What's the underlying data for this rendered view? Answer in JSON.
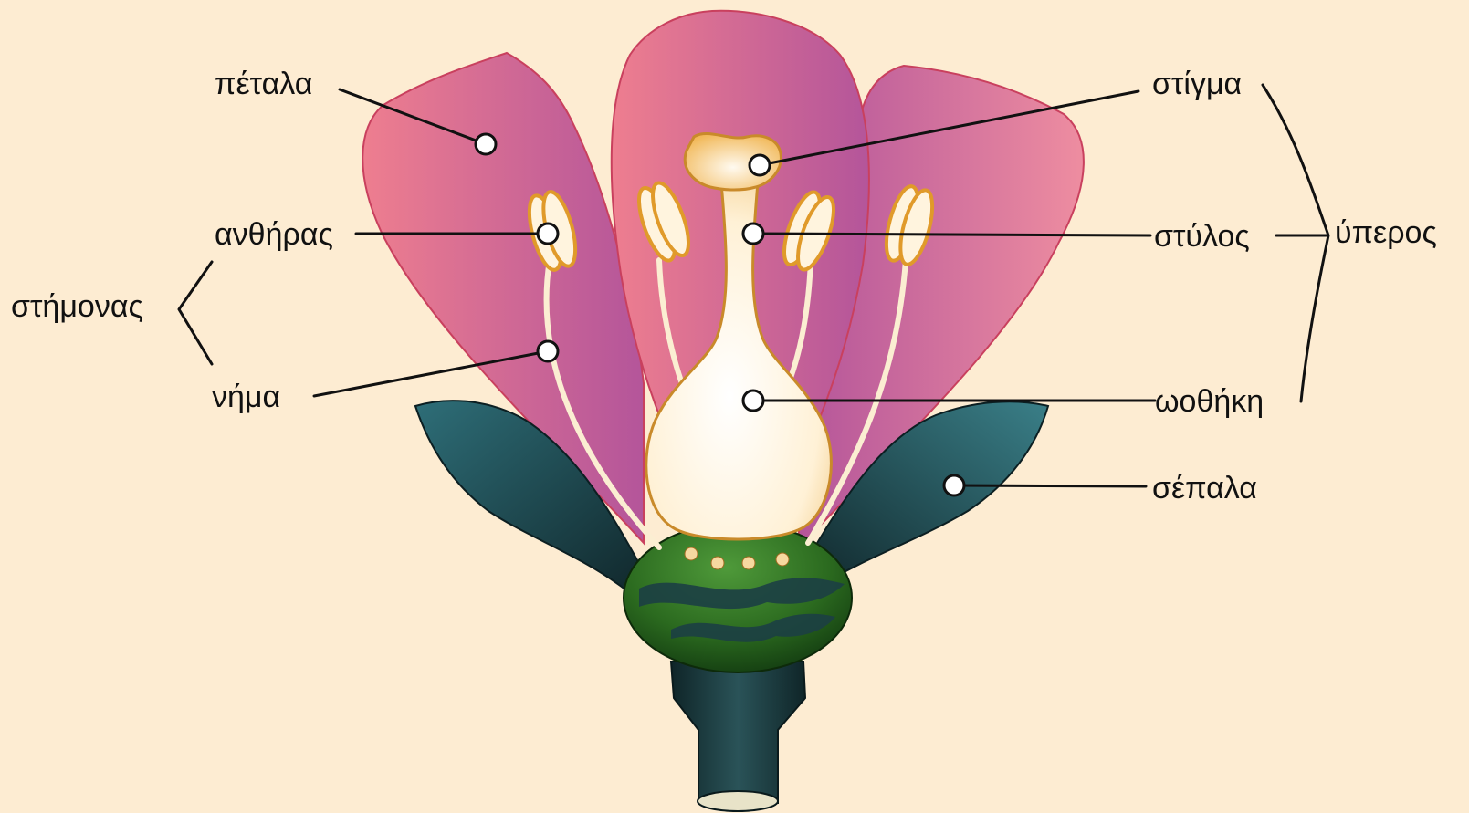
{
  "diagram": {
    "colors": {
      "background": "#fdecd2",
      "petal_light": "#ee7e8f",
      "petal_dark": "#b4559a",
      "petal_outline": "#c9405e",
      "pistil": "#fff4de",
      "pistil_outline": "#c98a2a",
      "anther": "#f2b23a",
      "filament": "#fbeed2",
      "receptacle": "#2f6e1f",
      "sepal": "#1f4f55",
      "stem": "#16343a",
      "leader_line": "#111111"
    },
    "labels": {
      "petals": "πέταλα",
      "anther": "ανθήρας",
      "stamen": "στήμονας",
      "filament": "νήμα",
      "stigma": "στίγμα",
      "style": "στύλος",
      "pistil": "ύπερος",
      "ovary": "ωοθήκη",
      "sepals": "σέπαλα"
    }
  }
}
